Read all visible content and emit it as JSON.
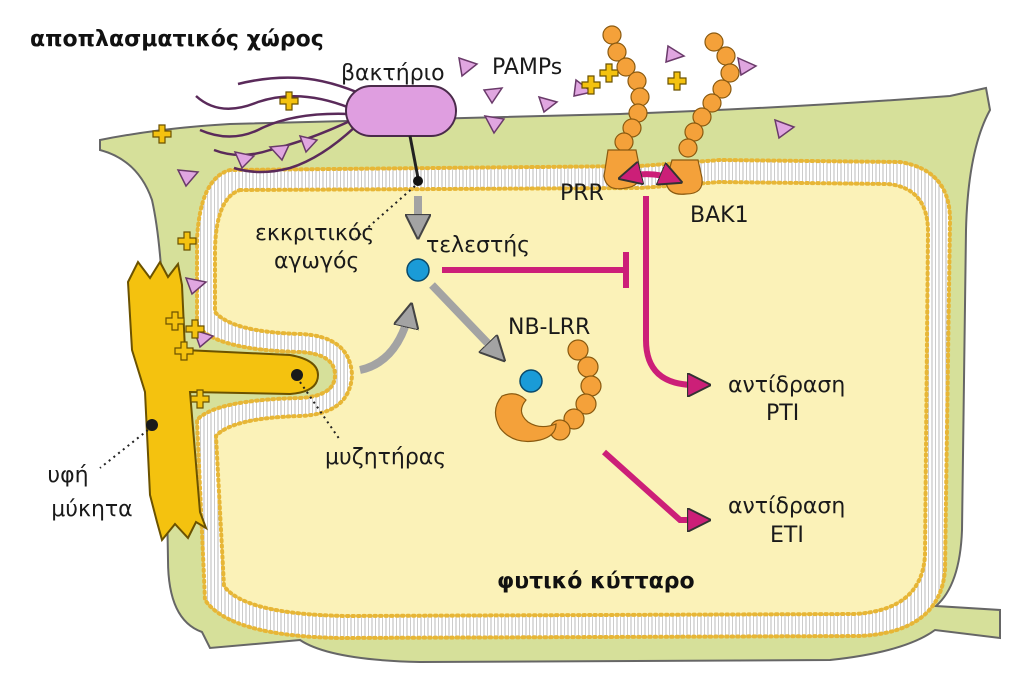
{
  "labels": {
    "apoplast": "αποπλασματικός χώρος",
    "bacterium": "βακτήριο",
    "pamps": "PAMPs",
    "prr": "PRR",
    "bak1": "BAK1",
    "secretion_1": "εκκριτικός",
    "secretion_2": "αγωγός",
    "effector": "τελεστής",
    "nblrr": "NB-LRR",
    "haustorium": "μυζητήρας",
    "hypha_1": "υφή",
    "hypha_2": "μύκητα",
    "pti_1": "αντίδραση",
    "pti_2": "PTI",
    "eti_1": "αντίδραση",
    "eti_2": "ETI",
    "plant_cell": "φυτικό κύτταρο"
  },
  "colors": {
    "cell_wall": "#d6e09a",
    "cytoplasm": "#fbf2b8",
    "membrane_head": "#f0c040",
    "bacterium": "#df9ee0",
    "pamp": "#e0a6e0",
    "fungus": "#f4c20f",
    "receptor": "#f4a13a",
    "effector": "#1a9bd7",
    "signal_arrow": "#cc1f78",
    "grey_arrow": "#a0a0a0"
  }
}
